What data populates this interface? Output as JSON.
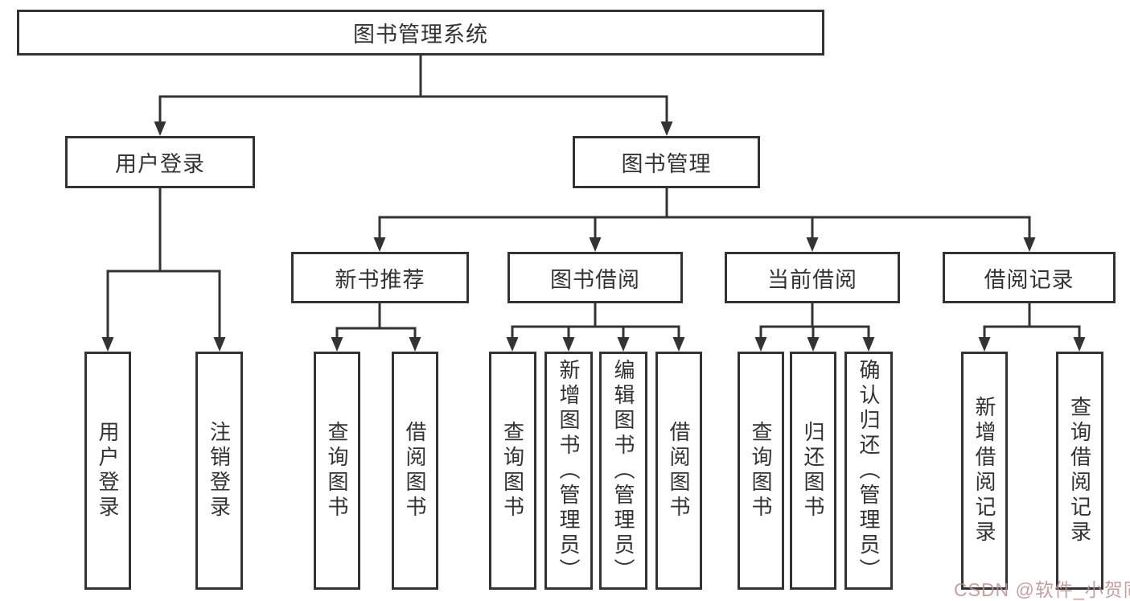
{
  "tree": {
    "label": "图书管理系统",
    "children": [
      {
        "label": "用户登录",
        "children": [
          {
            "label": "用户登录"
          },
          {
            "label": "注销登录"
          }
        ]
      },
      {
        "label": "图书管理",
        "children": [
          {
            "label": "新书推荐",
            "children": [
              {
                "label": "查询图书"
              },
              {
                "label": "借阅图书"
              }
            ]
          },
          {
            "label": "图书借阅",
            "children": [
              {
                "label": "查询图书"
              },
              {
                "label": "新增图书（管理员）"
              },
              {
                "label": "编辑图书（管理员）"
              },
              {
                "label": "借阅图书"
              }
            ]
          },
          {
            "label": "当前借阅",
            "children": [
              {
                "label": "查询图书"
              },
              {
                "label": "归还图书"
              },
              {
                "label": "确认归还（管理员）"
              }
            ]
          },
          {
            "label": "借阅记录",
            "children": [
              {
                "label": "新增借阅记录"
              },
              {
                "label": "查询借阅记录"
              }
            ]
          }
        ]
      }
    ]
  },
  "watermark": {
    "text": "CSDN @软件_小贺同学"
  },
  "colors": {
    "line": "#333333",
    "box_border": "#333333",
    "text": "#333333",
    "watermark": "#bc8f8f",
    "background": "#ffffff"
  }
}
